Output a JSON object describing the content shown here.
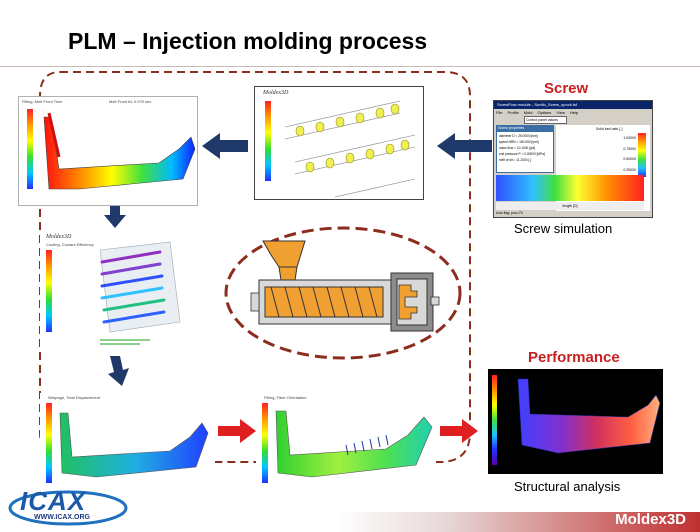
{
  "title": "PLM – Injection molding process",
  "screw": {
    "label": "Screw",
    "caption": "Screw simulation",
    "window_title": "ScrewFlow module - Sunflo_Screw_spock.fsf",
    "menu": [
      "File",
      "Profile",
      "Mold",
      "Options",
      "View",
      "Help"
    ],
    "combo": "Control panel values",
    "panel_header": "Screw properties",
    "props": [
      {
        "name": "diameter D =",
        "value": "25.0000",
        "unit": "[mm]"
      },
      {
        "name": "speed NRN =",
        "value": "150.000",
        "unit": "[rpm]"
      },
      {
        "name": "mass flow =",
        "value": "10.1000",
        "unit": "[g/s]"
      },
      {
        "name": "end pressure P =",
        "value": "0.00000",
        "unit": "[MPa]"
      },
      {
        "name": "melt of slt =",
        "value": "11.2000",
        "unit": "[-]"
      }
    ],
    "legend_title": "Solid bed ratio [-]",
    "legend_values": [
      "1.00000",
      "0.75000",
      "0.50000",
      "0.25000",
      "0.00000"
    ],
    "axis_label": "length [D]",
    "status": "Axis flag: pos=70"
  },
  "performance": {
    "label": "Performance",
    "caption": "Structural analysis"
  },
  "thumbs": {
    "filling": {
      "title": "Filling, Melt Front Time",
      "unit": "Melt Front At: 0.079 sec"
    },
    "cooling": {
      "brand": "Moldex3D",
      "title": "Cooling, Coolant Efficiency"
    },
    "warpage": {
      "title": "Warpage, Total Displacement"
    },
    "fiber": {
      "title": "Filling, Fiber Orientation"
    },
    "runner": {
      "brand": "Moldex3D"
    }
  },
  "footer": {
    "logo": "ICAX",
    "logo_url": "WWW.ICAX.ORG",
    "brand": "Moldex3D"
  },
  "colors": {
    "accent_red": "#c8201e",
    "arrow_blue": "#1f3a6a",
    "arrow_red": "#e02020",
    "dashed": "#8b2e1e"
  }
}
